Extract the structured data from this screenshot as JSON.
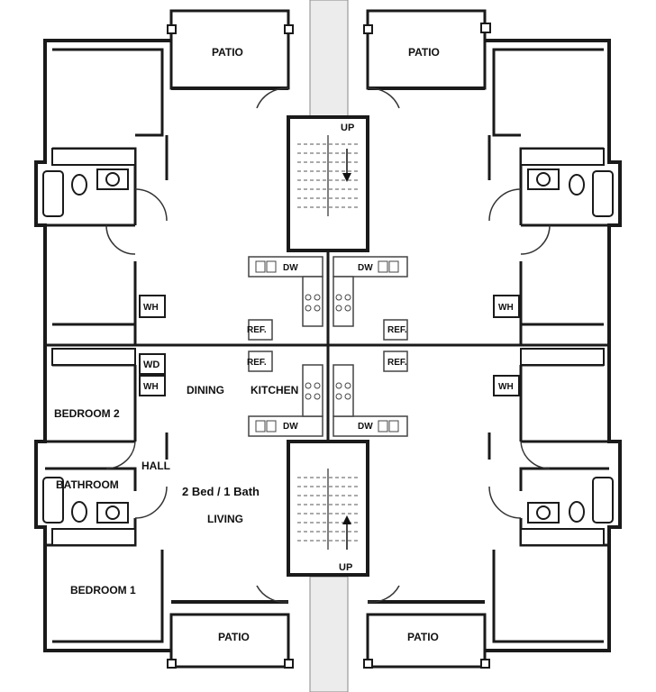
{
  "plan": {
    "unit_labels": {
      "patio": "PATIO",
      "up": "UP",
      "dishwasher": "DW",
      "refrigerator": "REF.",
      "water_heater": "WH",
      "washer_dryer": "WD",
      "dining": "DINING",
      "kitchen": "KITCHEN",
      "bedroom_2": "BEDROOM 2",
      "hall": "HALL",
      "bathroom": "BATHROOM",
      "living": "LIVING",
      "bedroom_1": "BEDROOM 1"
    },
    "caption": "2 Bed / 1 Bath",
    "colors": {
      "wall": "#1a1a1a",
      "line": "#444444",
      "counter": "#cfcfcf",
      "stairwell": "#e6e6e6"
    }
  }
}
